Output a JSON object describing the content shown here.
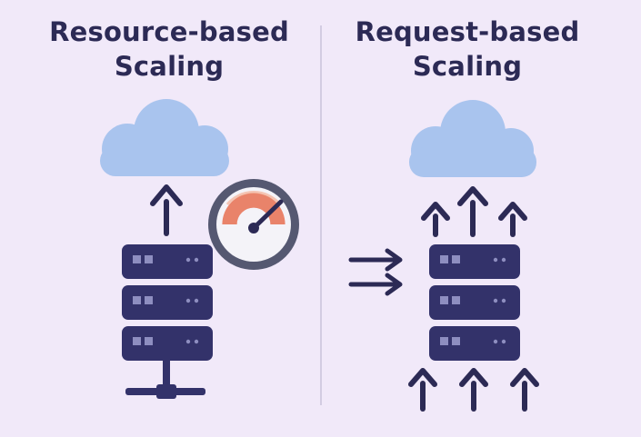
{
  "left_panel": {
    "title_line1": "Resource-based",
    "title_line2": "Scaling"
  },
  "right_panel": {
    "title_line1": "Request-based",
    "title_line2": "Scaling"
  },
  "colors": {
    "background": "#f1e9f9",
    "ink": "#2c2a55",
    "server": "#33326a",
    "cloud": "#a9c4ee",
    "gauge_ring": "#555871",
    "gauge_arc": "#e8775a",
    "divider": "#c9c2da"
  }
}
